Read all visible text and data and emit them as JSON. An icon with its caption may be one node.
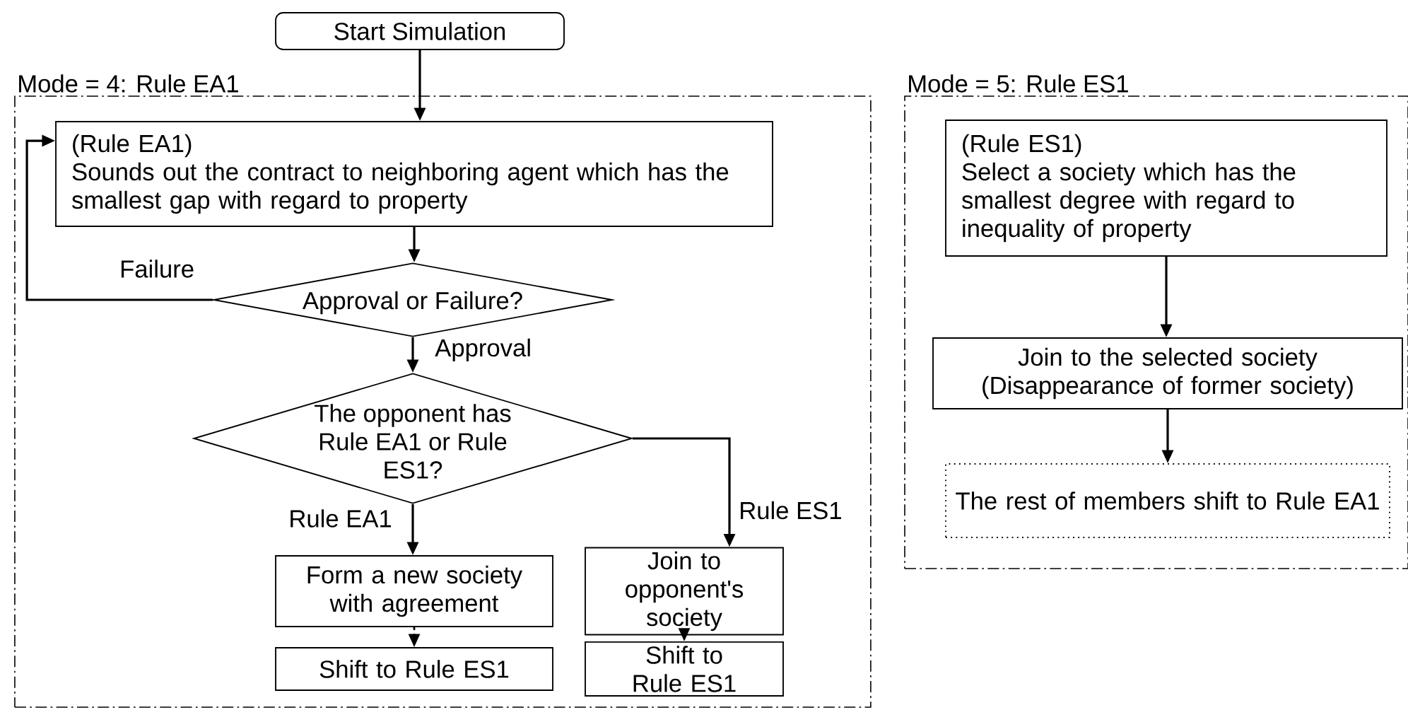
{
  "diagram": {
    "nodes": [
      {
        "text": [
          "Mode = 4: Rule EA1"
        ]
      },
      {
        "text": [
          "Start Simulation"
        ]
      },
      {
        "text": [
          "(Rule EA1)",
          "Sounds out the contract to neighboring agent which has the smallest gap with regard to property"
        ],
        "in": 0
      },
      {
        "text": [
          "Approval or Failure?"
        ],
        "in": 0
      },
      {
        "text": [
          "The opponent has Rule EA1 or Rule ES1?"
        ],
        "in": 0
      },
      {
        "text": [
          "Form a new society with agreement"
        ],
        "in": 0
      },
      {
        "text": [
          "Join to opponent's society"
        ],
        "in": 0
      },
      {
        "text": [
          "Shift to Rule ES1"
        ],
        "in": 0
      },
      {
        "text": [
          "Shift to Rule ES1"
        ],
        "in": 0
      },
      {
        "text": [
          "Mode = 5: Rule ES1"
        ]
      },
      {
        "text": [
          "(Rule ES1)",
          "Select a society which has the smallest degree with regard to inequality of property"
        ],
        "in": 9
      },
      {
        "text": [
          "Join to the selected society (Disappearance of former society)"
        ],
        "in": 9
      },
      {
        "text": [
          "The rest of members shift to Rule EA1"
        ],
        "in": 9
      }
    ],
    "edges": [
      {
        "from": 1,
        "to": 2,
        "arrow": "to"
      },
      {
        "from": 2,
        "to": 3,
        "arrow": "to"
      },
      {
        "from": 3,
        "to": 2,
        "arrow": "to",
        "label": "Failure"
      },
      {
        "from": 3,
        "to": 4,
        "arrow": "to",
        "label": "Approval"
      },
      {
        "from": 4,
        "to": 5,
        "arrow": "to",
        "label": "Rule EA1"
      },
      {
        "from": 4,
        "to": 6,
        "arrow": "to",
        "label": "Rule ES1"
      },
      {
        "from": 5,
        "to": 7,
        "arrow": "to",
        "style": "dashed"
      },
      {
        "from": 6,
        "to": 8,
        "arrow": "to",
        "style": "dashed"
      },
      {
        "from": 10,
        "to": 11,
        "arrow": "to"
      },
      {
        "from": 11,
        "to": 12,
        "arrow": "to"
      }
    ]
  }
}
